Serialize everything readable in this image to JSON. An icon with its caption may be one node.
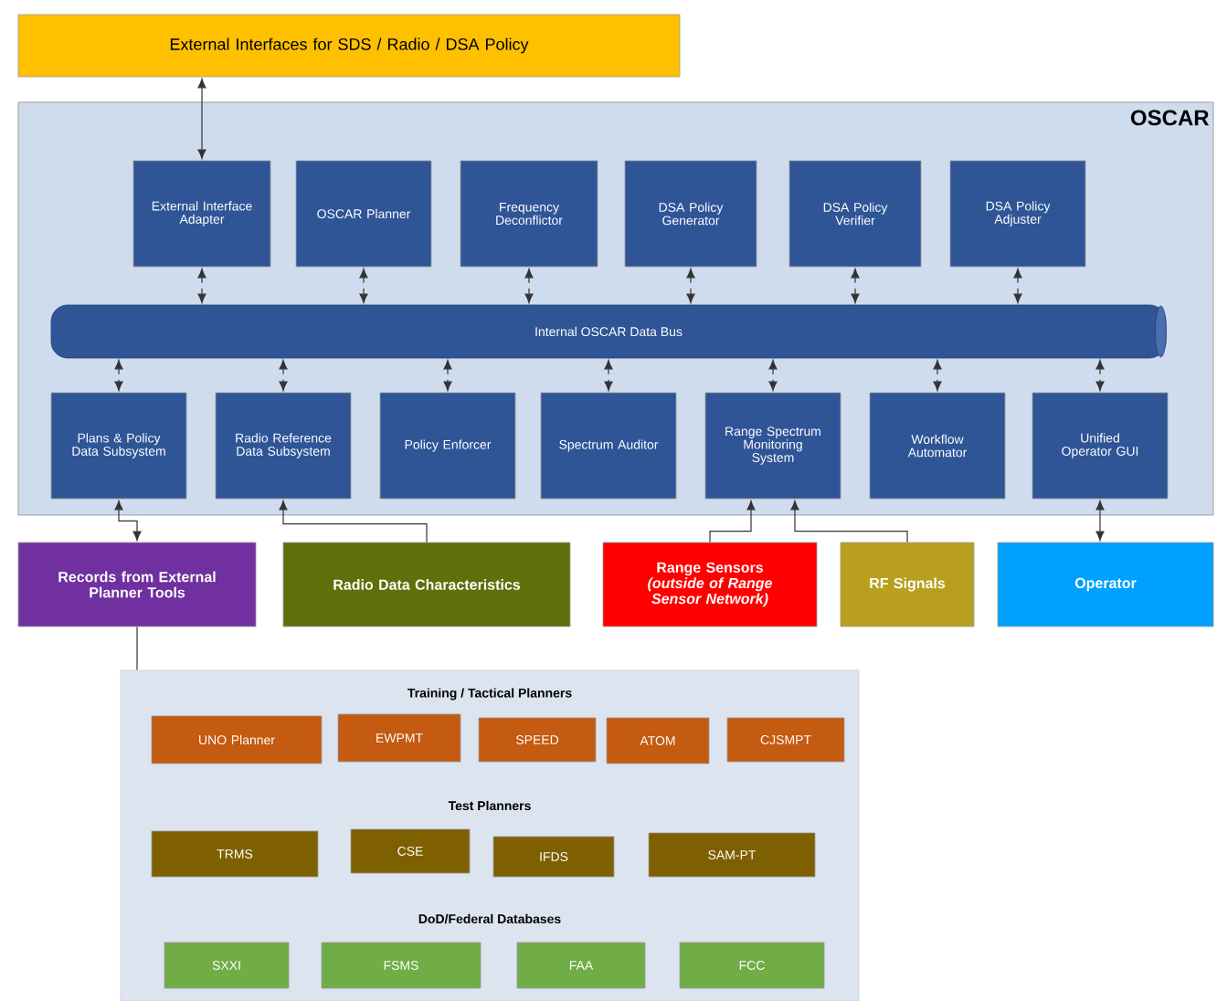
{
  "diagram": {
    "nodes": [
      {
        "text": [
          "External Interfaces for SDS / Radio / DSA Policy"
        ]
      },
      {
        "text": [
          "OSCAR"
        ]
      },
      {
        "text": [
          "External Interface Adapter"
        ],
        "in": 1
      },
      {
        "text": [
          "OSCAR Planner"
        ],
        "in": 1
      },
      {
        "text": [
          "Frequency Deconflictor"
        ],
        "in": 1
      },
      {
        "text": [
          "DSA Policy Generator"
        ],
        "in": 1
      },
      {
        "text": [
          "DSA Policy Verifier"
        ],
        "in": 1
      },
      {
        "text": [
          "DSA Policy Adjuster"
        ],
        "in": 1
      },
      {
        "text": [
          "Internal OSCAR Data Bus"
        ],
        "in": 1
      },
      {
        "text": [
          "Plans & Policy Data Subsystem"
        ],
        "in": 1
      },
      {
        "text": [
          "Radio Reference Data Subsystem"
        ],
        "in": 1
      },
      {
        "text": [
          "Policy Enforcer"
        ],
        "in": 1
      },
      {
        "text": [
          "Spectrum Auditor"
        ],
        "in": 1
      },
      {
        "text": [
          "Range Spectrum Monitoring System"
        ],
        "in": 1
      },
      {
        "text": [
          "Workflow Automator"
        ],
        "in": 1
      },
      {
        "text": [
          "Unified Operator GUI"
        ],
        "in": 1
      },
      {
        "text": [
          "Records from External Planner Tools"
        ]
      },
      {
        "text": [
          "Radio Data Characteristics"
        ]
      },
      {
        "text": [
          "Range Sensors",
          "(outside of Range Sensor Network)"
        ]
      },
      {
        "text": [
          "RF Signals"
        ]
      },
      {
        "text": [
          "Operator"
        ]
      },
      {
        "text": [
          "Training / Tactical Planners",
          "Test Planners",
          "DoD/Federal Databases"
        ]
      },
      {
        "text": [
          "UNO Planner"
        ],
        "in": 21
      },
      {
        "text": [
          "EWPMT"
        ],
        "in": 21
      },
      {
        "text": [
          "SPEED"
        ],
        "in": 21
      },
      {
        "text": [
          "ATOM"
        ],
        "in": 21
      },
      {
        "text": [
          "CJSMPT"
        ],
        "in": 21
      },
      {
        "text": [
          "TRMS"
        ],
        "in": 21
      },
      {
        "text": [
          "CSE"
        ],
        "in": 21
      },
      {
        "text": [
          "IFDS"
        ],
        "in": 21
      },
      {
        "text": [
          "SAM-PT"
        ],
        "in": 21
      },
      {
        "text": [
          "SXXI"
        ],
        "in": 21
      },
      {
        "text": [
          "FSMS"
        ],
        "in": 21
      },
      {
        "text": [
          "FAA"
        ],
        "in": 21
      },
      {
        "text": [
          "FCC"
        ],
        "in": 21
      }
    ],
    "edges": [
      {
        "from": 0,
        "to": 2,
        "arrow": "both"
      },
      {
        "from": 2,
        "to": 8,
        "arrow": "both",
        "style": "dashed"
      },
      {
        "from": 3,
        "to": 8,
        "arrow": "both",
        "style": "dashed"
      },
      {
        "from": 4,
        "to": 8,
        "arrow": "both",
        "style": "dashed"
      },
      {
        "from": 5,
        "to": 8,
        "arrow": "both",
        "style": "dashed"
      },
      {
        "from": 6,
        "to": 8,
        "arrow": "both",
        "style": "dashed"
      },
      {
        "from": 7,
        "to": 8,
        "arrow": "both",
        "style": "dashed"
      },
      {
        "from": 8,
        "to": 9,
        "arrow": "both",
        "style": "dashed"
      },
      {
        "from": 8,
        "to": 10,
        "arrow": "both",
        "style": "dashed"
      },
      {
        "from": 8,
        "to": 11,
        "arrow": "both",
        "style": "dashed"
      },
      {
        "from": 8,
        "to": 12,
        "arrow": "both",
        "style": "dashed"
      },
      {
        "from": 8,
        "to": 13,
        "arrow": "both",
        "style": "dashed"
      },
      {
        "from": 8,
        "to": 14,
        "arrow": "both",
        "style": "dashed"
      },
      {
        "from": 8,
        "to": 15,
        "arrow": "both",
        "style": "dashed"
      },
      {
        "from": 9,
        "to": 16,
        "arrow": "both"
      },
      {
        "from": 17,
        "to": 10,
        "arrow": "to"
      },
      {
        "from": 18,
        "to": 13,
        "arrow": "to"
      },
      {
        "from": 19,
        "to": 13,
        "arrow": "to"
      },
      {
        "from": 15,
        "to": 20,
        "arrow": "both"
      },
      {
        "from": 16,
        "to": 21,
        "arrow": "none"
      }
    ]
  }
}
